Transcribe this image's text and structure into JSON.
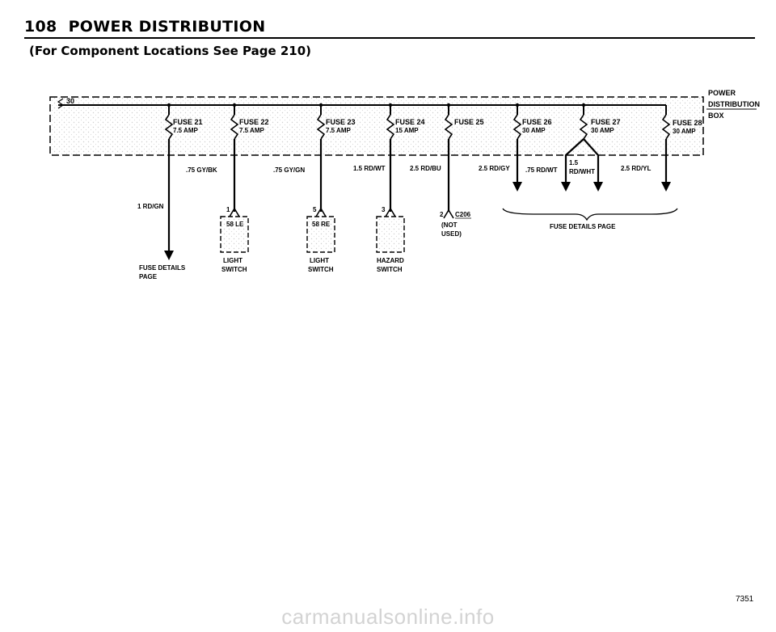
{
  "header": {
    "page_number": "108",
    "title": "POWER DISTRIBUTION",
    "subtitle": "(For Component Locations See Page 210)"
  },
  "box": {
    "label_lines": [
      "POWER",
      "DISTRIBUTION",
      "BOX"
    ],
    "terminal": "30"
  },
  "fuses": [
    {
      "name": "FUSE 21",
      "rating": "7.5 AMP"
    },
    {
      "name": "FUSE 22",
      "rating": "7.5 AMP"
    },
    {
      "name": "FUSE 23",
      "rating": "7.5 AMP"
    },
    {
      "name": "FUSE 24",
      "rating": "15 AMP"
    },
    {
      "name": "FUSE 25",
      "rating": ""
    },
    {
      "name": "FUSE 26",
      "rating": "30 AMP"
    },
    {
      "name": "FUSE 27",
      "rating": "30 AMP"
    },
    {
      "name": "FUSE 28",
      "rating": "30 AMP"
    }
  ],
  "wires": {
    "w1": "1 RD/GN",
    "w2": ".75 GY/BK",
    "w3": ".75 GY/GN",
    "w4": "1.5 RD/WT",
    "w5": "2.5 RD/BU",
    "w6": "2.5 RD/GY",
    "w7": ".75 RD/WT",
    "w8a": "1.5",
    "w8b": "RD/WHT",
    "w9": "2.5 RD/YL"
  },
  "components": {
    "fuse_details_1": "FUSE DETAILS",
    "fuse_details_2": "PAGE",
    "fuse_details_right": "FUSE DETAILS PAGE",
    "switch1_pin": "1",
    "switch1_term": "58 LE",
    "switch1_name_1": "LIGHT",
    "switch1_name_2": "SWITCH",
    "switch2_pin": "5",
    "switch2_term": "58 RE",
    "switch2_name_1": "LIGHT",
    "switch2_name_2": "SWITCH",
    "hazard_pin": "3",
    "hazard_name_1": "HAZARD",
    "hazard_name_2": "SWITCH",
    "connector_pin": "2",
    "connector_id": "C206",
    "not_used_1": "(NOT",
    "not_used_2": "USED)"
  },
  "footer": {
    "code": "7351",
    "watermark": "carmanualsonline.info"
  }
}
